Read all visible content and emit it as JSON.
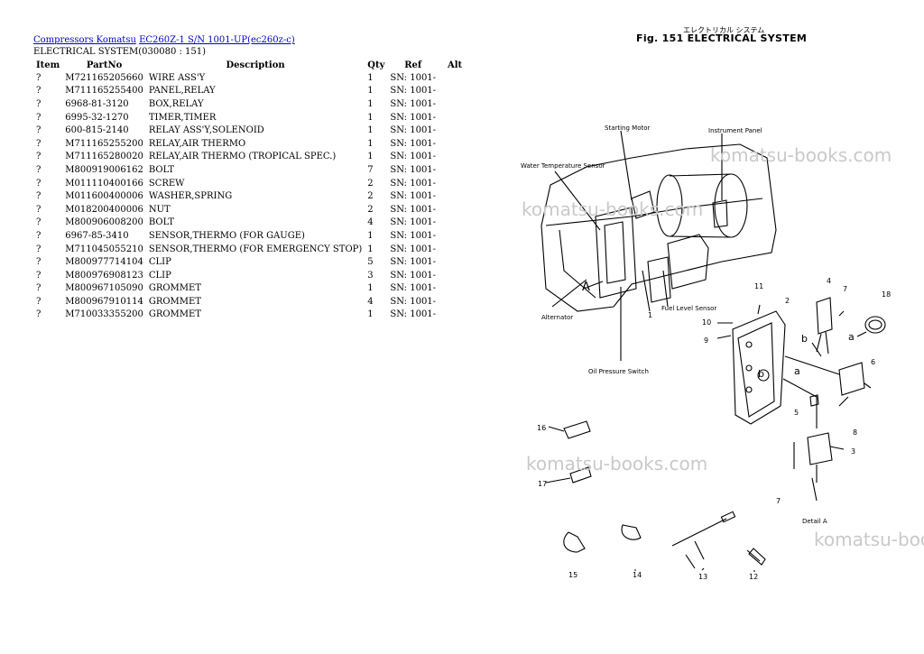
{
  "breadcrumb": {
    "link1": "Compressors Komatsu",
    "link2": "EC260Z-1 S/N 1001-UP(ec260z-c)"
  },
  "subtitle": "ELECTRICAL SYSTEM(030080 : 151)",
  "table": {
    "headers": [
      "Item",
      "PartNo",
      "Description",
      "Qty",
      "Ref",
      "Alt"
    ],
    "rows": [
      [
        "?",
        "M721165205660",
        "WIRE ASS'Y",
        "1",
        "SN: 1001-",
        ""
      ],
      [
        "?",
        "M711165255400",
        "PANEL,RELAY",
        "1",
        "SN: 1001-",
        ""
      ],
      [
        "?",
        "6968-81-3120",
        "BOX,RELAY",
        "1",
        "SN: 1001-",
        ""
      ],
      [
        "?",
        "6995-32-1270",
        "TIMER,TIMER",
        "1",
        "SN: 1001-",
        ""
      ],
      [
        "?",
        "600-815-2140",
        "RELAY ASS'Y,SOLENOID",
        "1",
        "SN: 1001-",
        ""
      ],
      [
        "?",
        "M711165255200",
        "RELAY,AIR THERMO",
        "1",
        "SN: 1001-",
        ""
      ],
      [
        "?",
        "M711165280020",
        "RELAY,AIR THERMO (TROPICAL SPEC.)",
        "1",
        "SN: 1001-",
        ""
      ],
      [
        "?",
        "M800919006162",
        "BOLT",
        "7",
        "SN: 1001-",
        ""
      ],
      [
        "?",
        "M011110400166",
        "SCREW",
        "2",
        "SN: 1001-",
        ""
      ],
      [
        "?",
        "M011600400006",
        "WASHER,SPRING",
        "2",
        "SN: 1001-",
        ""
      ],
      [
        "?",
        "M018200400006",
        "NUT",
        "2",
        "SN: 1001-",
        ""
      ],
      [
        "?",
        "M800906008200",
        "BOLT",
        "4",
        "SN: 1001-",
        ""
      ],
      [
        "?",
        "6967-85-3410",
        "SENSOR,THERMO (FOR GAUGE)",
        "1",
        "SN: 1001-",
        ""
      ],
      [
        "?",
        "M711045055210",
        "SENSOR,THERMO (FOR EMERGENCY STOP)",
        "1",
        "SN: 1001-",
        ""
      ],
      [
        "?",
        "M800977714104",
        "CLIP",
        "5",
        "SN: 1001-",
        ""
      ],
      [
        "?",
        "M800976908123",
        "CLIP",
        "3",
        "SN: 1001-",
        ""
      ],
      [
        "?",
        "M800967105090",
        "GROMMET",
        "1",
        "SN: 1001-",
        ""
      ],
      [
        "?",
        "M800967910114",
        "GROMMET",
        "4",
        "SN: 1001-",
        ""
      ],
      [
        "?",
        "M710033355200",
        "GROMMET",
        "1",
        "SN: 1001-",
        ""
      ]
    ]
  },
  "figure": {
    "title": "Fig. 151  ELECTRICAL SYSTEM",
    "title_jp": "エレクトリカル  システム",
    "labels": {
      "starting_motor": "Starting Motor",
      "instrument_panel": "Instrument Panel",
      "water_temp_sensor": "Water Temperature Sensor",
      "fuel_level_sensor": "Fuel Level Sensor",
      "alternator": "Alternator",
      "oil_pressure_switch": "Oil Pressure Switch",
      "detail_a": "Detail A",
      "A": "A",
      "a": "a",
      "b": "b"
    },
    "callouts": [
      "1",
      "2",
      "3",
      "4",
      "5",
      "6",
      "7",
      "8",
      "9",
      "10",
      "11",
      "12",
      "13",
      "14",
      "15",
      "16",
      "17",
      "18"
    ]
  },
  "watermark": "komatsu-books.com"
}
